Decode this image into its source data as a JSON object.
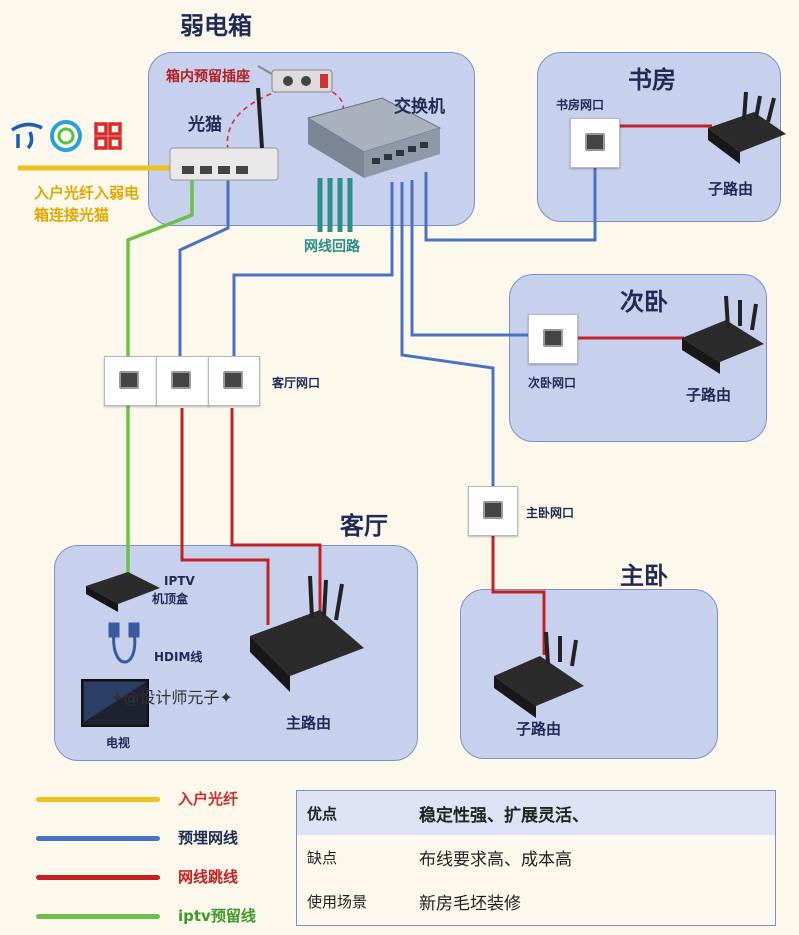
{
  "boxes": {
    "weak_box": "弱电箱",
    "study": "书房",
    "second_bedroom": "次卧",
    "living_room": "客厅",
    "master_bedroom": "主卧"
  },
  "labels": {
    "box_socket": "箱内预留插座",
    "optical_modem": "光猫",
    "switch": "交换机",
    "cable_loops": "网线回路",
    "fiber_note_1": "入户光纤入弱电",
    "fiber_note_2": "箱连接光猫",
    "study_port": "书房网口",
    "second_port": "次卧网口",
    "living_port": "客厅网口",
    "master_port": "主卧网口",
    "sub_router_study": "子路由",
    "sub_router_second": "子路由",
    "sub_router_master": "子路由",
    "main_router": "主路由",
    "iptv_box_1": "IPTV",
    "iptv_box_2": "机顶盒",
    "hdmi": "HDIM线",
    "tv": "电视",
    "watermark": "✦@设计师元子✦"
  },
  "legend": [
    {
      "label": "入户光纤",
      "color": "#f0c020",
      "text_color": "#d12c2c"
    },
    {
      "label": "预埋网线",
      "color": "#4a72c4",
      "text_color": "#1f2a55"
    },
    {
      "label": "网线跳线",
      "color": "#c42222",
      "text_color": "#c42222"
    },
    {
      "label": "iptv预留线",
      "color": "#6cc04a",
      "text_color": "#3f9a2a"
    }
  ],
  "table": {
    "rows": [
      {
        "key": "优点",
        "value": "稳定性强、扩展灵活、"
      },
      {
        "key": "缺点",
        "value": "布线要求高、成本高"
      },
      {
        "key": "使用场景",
        "value": "新房毛坯装修"
      }
    ]
  },
  "colors": {
    "fiber": "#f0c020",
    "embedded": "#4a72c4",
    "patch": "#c42222",
    "iptv": "#6cc04a",
    "room_fill": "#c7d0ed",
    "background": "#fcf8ec"
  }
}
